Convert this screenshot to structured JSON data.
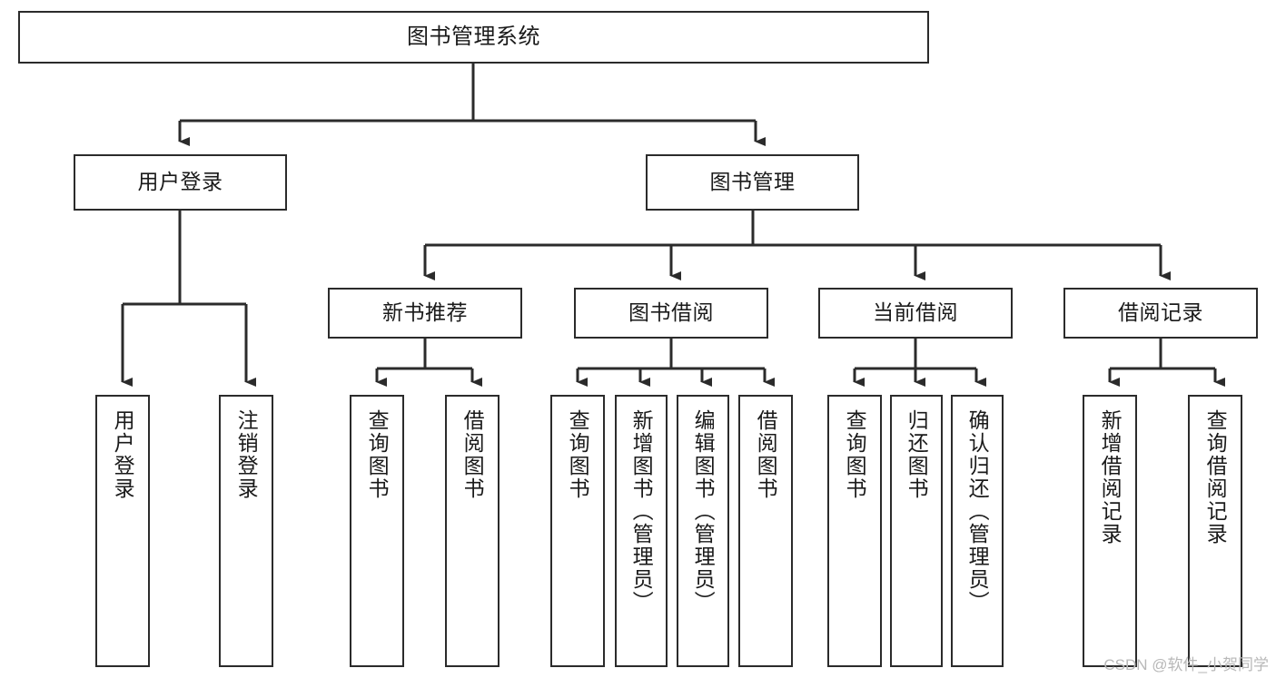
{
  "diagram": {
    "type": "tree",
    "title": "图书管理系统",
    "root": {
      "label": "图书管理系统"
    },
    "level1": [
      {
        "label": "用户登录"
      },
      {
        "label": "图书管理"
      }
    ],
    "level2": [
      {
        "label": "新书推荐"
      },
      {
        "label": "图书借阅"
      },
      {
        "label": "当前借阅"
      },
      {
        "label": "借阅记录"
      }
    ],
    "leaves": {
      "user_login": [
        {
          "label": "用户登录"
        },
        {
          "label": "注销登录"
        }
      ],
      "new_book_recommend": [
        {
          "label": "查询图书"
        },
        {
          "label": "借阅图书"
        }
      ],
      "book_borrow": [
        {
          "label": "查询图书"
        },
        {
          "label": "新增图书（管理员）"
        },
        {
          "label": "编辑图书（管理员）"
        },
        {
          "label": "借阅图书"
        }
      ],
      "current_borrow": [
        {
          "label": "查询图书"
        },
        {
          "label": "归还图书"
        },
        {
          "label": "确认归还（管理员）"
        }
      ],
      "borrow_record": [
        {
          "label": "新增借阅记录"
        },
        {
          "label": "查询借阅记录"
        }
      ]
    }
  },
  "watermark": {
    "text": "CSDN @软件_小贺同学"
  },
  "colors": {
    "stroke": "#2b2b2b",
    "background": "#ffffff",
    "text": "#1a1a1a",
    "watermark": "#b8b8b8"
  }
}
